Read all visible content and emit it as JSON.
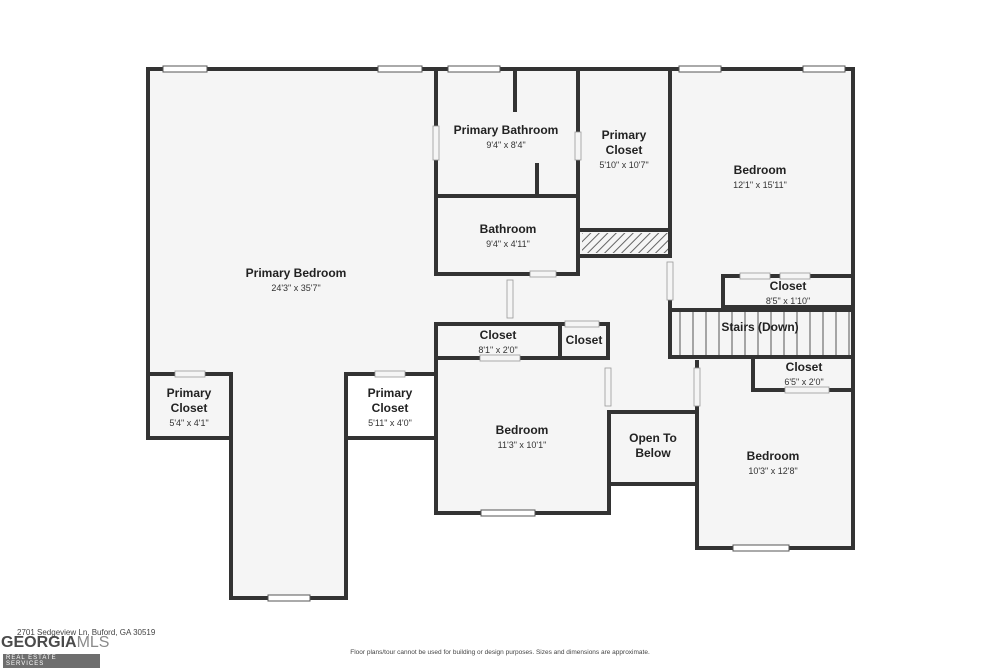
{
  "rooms": [
    {
      "id": "primary-bedroom",
      "name": "Primary Bedroom",
      "dims": "24'3\" x 35'7\""
    },
    {
      "id": "primary-bathroom",
      "name": "Primary Bathroom",
      "dims": "9'4\" x 8'4\""
    },
    {
      "id": "primary-closet-top",
      "name": "Primary Closet",
      "dims": "5'10\" x 10'7\""
    },
    {
      "id": "bedroom-ne",
      "name": "Bedroom",
      "dims": "12'1\" x 15'11\""
    },
    {
      "id": "bathroom",
      "name": "Bathroom",
      "dims": "9'4\" x 4'11\""
    },
    {
      "id": "closet-ne",
      "name": "Closet",
      "dims": "8'5\" x 1'10\""
    },
    {
      "id": "stairs",
      "name": "Stairs (Down)",
      "dims": ""
    },
    {
      "id": "closet-mid",
      "name": "Closet",
      "dims": "8'1\" x 2'0\""
    },
    {
      "id": "closet-small",
      "name": "Closet",
      "dims": ""
    },
    {
      "id": "closet-se",
      "name": "Closet",
      "dims": "6'5\" x 2'0\""
    },
    {
      "id": "primary-closet-left",
      "name": "Primary Closet",
      "dims": "5'4\" x 4'1\""
    },
    {
      "id": "primary-closet-mid",
      "name": "Primary Closet",
      "dims": "5'11\" x 4'0\""
    },
    {
      "id": "bedroom-mid",
      "name": "Bedroom",
      "dims": "11'3\" x 10'1\""
    },
    {
      "id": "open-to-below",
      "name": "Open To Below",
      "dims": ""
    },
    {
      "id": "bedroom-se",
      "name": "Bedroom",
      "dims": "10'3\" x 12'8\""
    }
  ],
  "footer": {
    "address": "2701 Sedgeview Ln, Buford, GA 30519",
    "disclaimer": "Floor plans/tour cannot be used for building or design purposes. Sizes and dimensions are approximate."
  },
  "logo": {
    "brand_main": "GEORGIA",
    "brand_accent": "MLS",
    "tagline": "REAL ESTATE SERVICES"
  },
  "colors": {
    "wall": "#333333",
    "floor": "#f5f5f5",
    "hatch": "#666666"
  }
}
